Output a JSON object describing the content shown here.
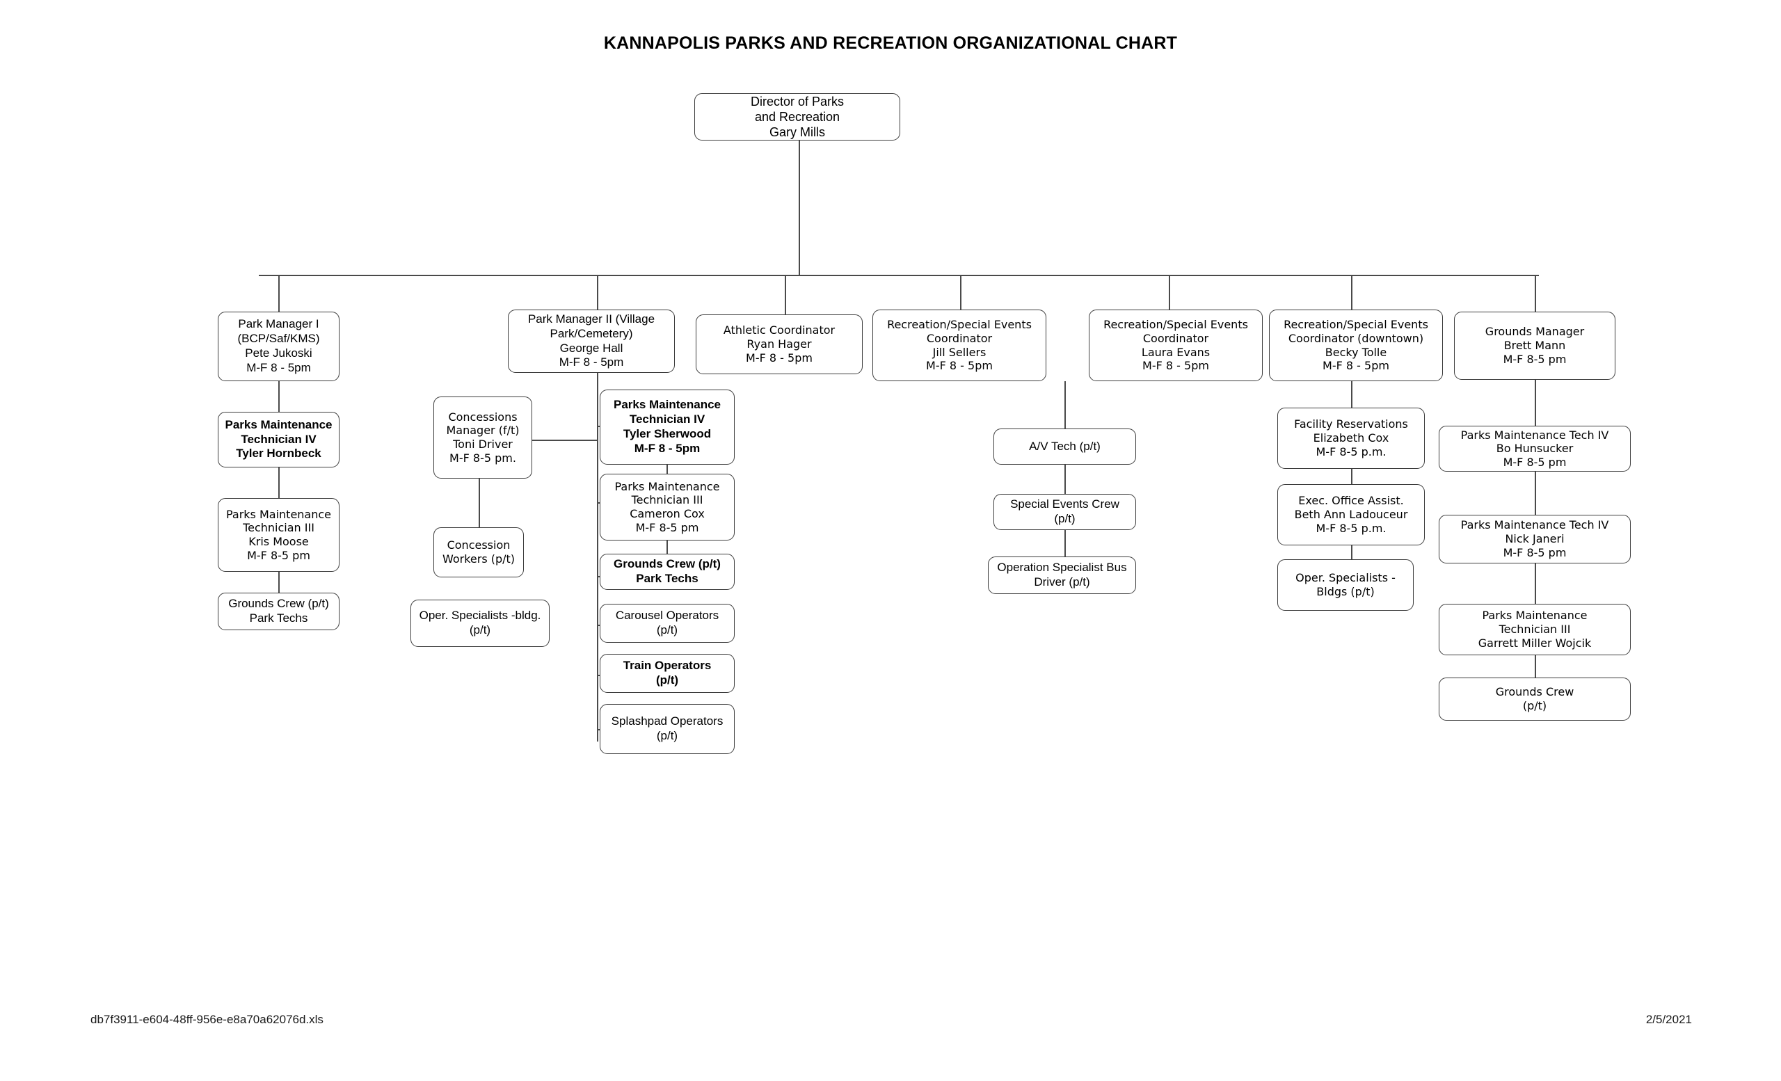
{
  "document": {
    "title": "KANNAPOLIS PARKS AND RECREATION ORGANIZATIONAL CHART",
    "footer_filename": "db7f3911-e604-48ff-956e-e8a70a62076d.xls",
    "footer_date": "2/5/2021"
  },
  "nodes": {
    "director": {
      "l1": "Director of Parks",
      "l2": "and Recreation",
      "l3": "Gary Mills"
    },
    "park_manager_1": {
      "l1": "Park Manager I",
      "l2": "(BCP/Saf/KMS)",
      "l3": "Pete Jukoski",
      "l4": "M-F 8 - 5pm"
    },
    "pm1_tech4": {
      "l1": "Parks Maintenance",
      "l2": "Technician IV",
      "l3": "Tyler Hornbeck"
    },
    "pm1_tech3": {
      "l1": "Parks Maintenance",
      "l2": "Technician III",
      "l3": "Kris Moose",
      "l4": "M-F 8-5 pm"
    },
    "pm1_grounds_crew": {
      "l1": "Grounds Crew (p/t)",
      "l2": "Park Techs"
    },
    "concessions_manager": {
      "l1": "Concessions",
      "l2": "Manager (f/t)",
      "l3": "Toni Driver",
      "l4": "M-F 8-5 pm."
    },
    "concession_workers": {
      "l1": "Concession",
      "l2": "Workers (p/t)"
    },
    "oper_specialists_bldg": {
      "l1": "Oper. Specialists -bldg.",
      "l2": "(p/t)"
    },
    "park_manager_2": {
      "l1": "Park Manager II (Village",
      "l2": "Park/Cemetery)",
      "l3": "George Hall",
      "l4": "M-F 8 - 5pm"
    },
    "pm2_tech4": {
      "l1": "Parks Maintenance",
      "l2": "Technician IV",
      "l3": "Tyler Sherwood",
      "l4": "M-F 8 - 5pm"
    },
    "pm2_tech3": {
      "l1": "Parks Maintenance",
      "l2": "Technician III",
      "l3": "Cameron Cox",
      "l4": "M-F 8-5 pm"
    },
    "pm2_grounds_crew": {
      "l1": "Grounds Crew (p/t)",
      "l2": "Park Techs"
    },
    "carousel_operators": {
      "l1": "Carousel Operators",
      "l2": "(p/t)"
    },
    "train_operators": {
      "l1": "Train Operators",
      "l2": "(p/t)"
    },
    "splashpad_operators": {
      "l1": "Splashpad Operators",
      "l2": "(p/t)"
    },
    "athletic_coordinator": {
      "l1": "Athletic  Coordinator",
      "l2": "Ryan Hager",
      "l3": "M-F 8 - 5pm"
    },
    "rec_coord_sellers": {
      "l1": "Recreation/Special Events",
      "l2": "Coordinator",
      "l3": "Jill Sellers",
      "l4": "M-F 8 - 5pm"
    },
    "rec_coord_evans": {
      "l1": "Recreation/Special Events",
      "l2": "Coordinator",
      "l3": "Laura Evans",
      "l4": "M-F 8 - 5pm"
    },
    "av_tech": {
      "l1": "A/V Tech (p/t)"
    },
    "special_events_crew": {
      "l1": "Special Events Crew",
      "l2": "(p/t)"
    },
    "operation_specialist_bus_driver": {
      "l1": "Operation Specialist Bus",
      "l2": "Driver (p/t)"
    },
    "rec_coord_tolle": {
      "l1": "Recreation/Special Events",
      "l2": "Coordinator (downtown)",
      "l3": "Becky Tolle",
      "l4": "M-F 8 - 5pm"
    },
    "facility_reservations": {
      "l1": "Facility Reservations",
      "l2": "Elizabeth Cox",
      "l3": "M-F 8-5 p.m."
    },
    "exec_office_assist": {
      "l1": "Exec. Office Assist.",
      "l2": "Beth Ann Ladouceur",
      "l3": "M-F 8-5 p.m."
    },
    "oper_specialists_bldgs": {
      "l1": "Oper. Specialists -",
      "l2": "Bldgs  (p/t)"
    },
    "grounds_manager": {
      "l1": "Grounds Manager",
      "l2": "Brett Mann",
      "l3": "M-F 8-5 pm"
    },
    "gm_tech4_hunsucker": {
      "l1": "Parks Maintenance Tech IV",
      "l2": "Bo Hunsucker",
      "l3": "M-F 8-5 pm"
    },
    "gm_tech4_janeri": {
      "l1": "Parks Maintenance Tech IV",
      "l2": "Nick Janeri",
      "l3": "M-F 8-5 pm"
    },
    "gm_tech3_wojcik": {
      "l1": "Parks Maintenance",
      "l2": "Technician III",
      "l3": "Garrett Miller Wojcik"
    },
    "gm_grounds_crew": {
      "l1": "Grounds Crew",
      "l2": "(p/t)"
    }
  }
}
